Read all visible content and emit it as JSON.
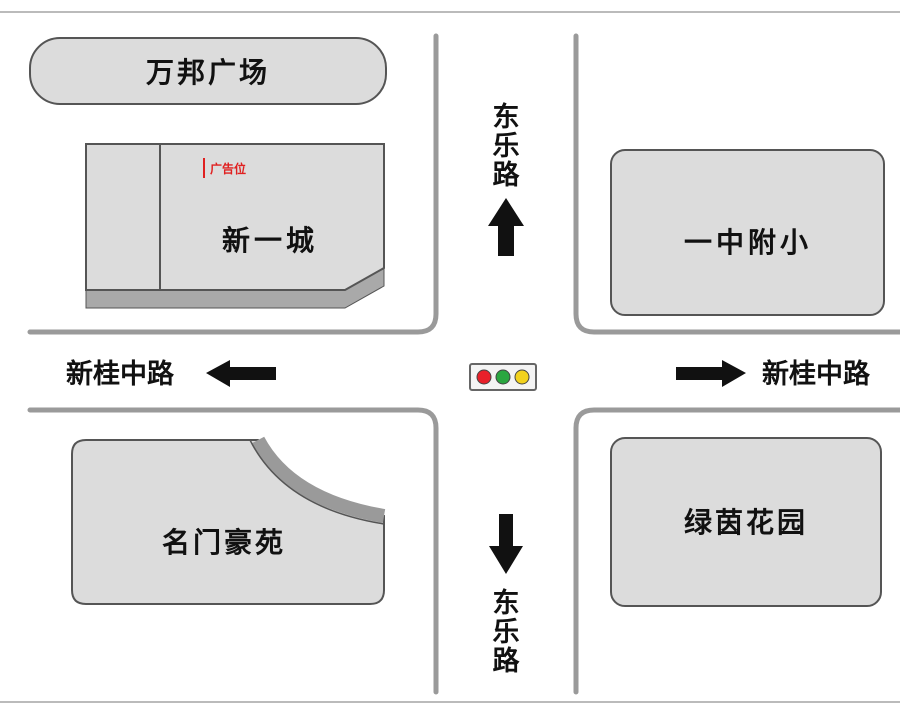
{
  "colors": {
    "block_fill": "#dcdcdc",
    "block_stroke": "#555555",
    "road_edge": "#999999",
    "ad_text": "#e02020",
    "light_red": "#e8202a",
    "light_green": "#2aa640",
    "light_yellow": "#f2d21e"
  },
  "places": {
    "wanbang": "万邦广场",
    "xinyicheng": "新一城",
    "billboard": "广告位",
    "yizhongfuxiao": "一中附小",
    "mingmen": "名门豪苑",
    "lvyin": "绿茵花园"
  },
  "roads": {
    "north": "东乐路",
    "south": "东乐路",
    "west": "新桂中路",
    "east": "新桂中路"
  },
  "icons": {
    "arrow_up": "arrow-up-icon",
    "arrow_down": "arrow-down-icon",
    "arrow_left": "arrow-left-icon",
    "arrow_right": "arrow-right-icon",
    "traffic_light": "traffic-light-icon"
  }
}
